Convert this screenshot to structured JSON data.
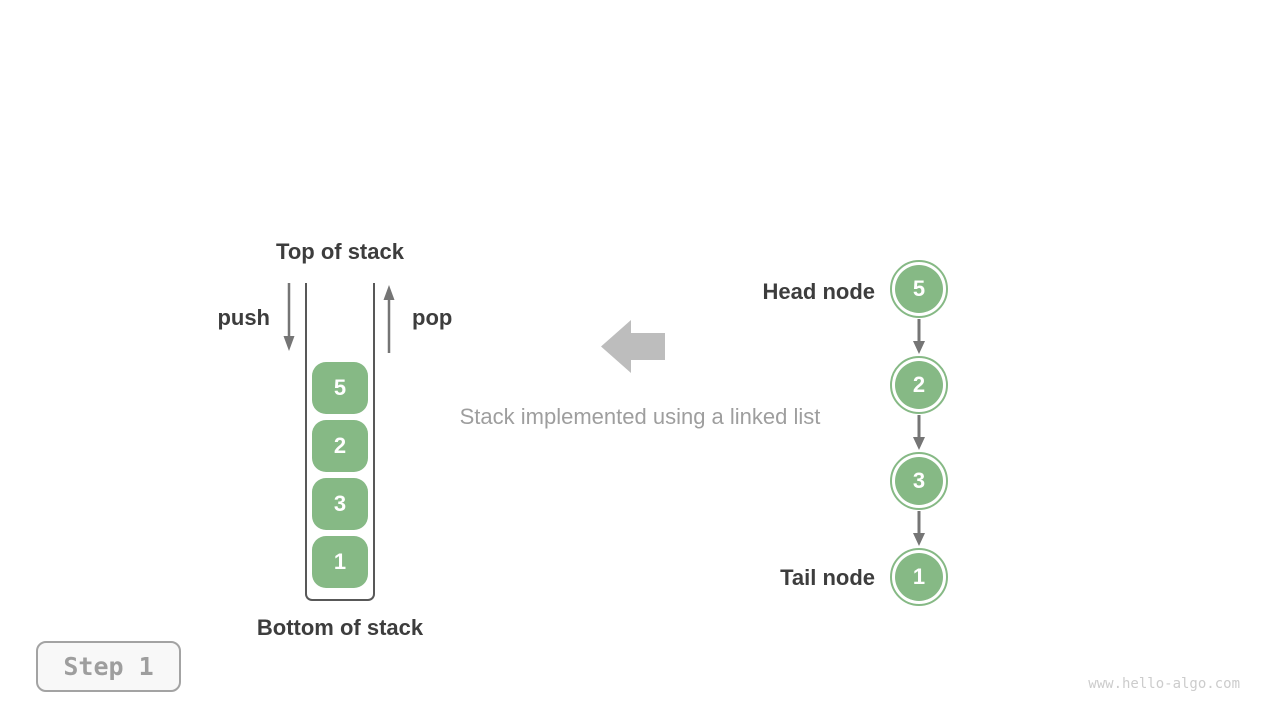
{
  "colors": {
    "node_green": "#86b985",
    "dark_text": "#3d3d3d",
    "small_arrow_gray": "#757575",
    "big_arrow_gray": "#bdbdbd",
    "caption_gray": "#9e9e9e",
    "container_border": "#585858",
    "step_badge_text": "#9e9e9e",
    "watermark_gray": "#cccccc"
  },
  "stack": {
    "top_label": "Top of stack",
    "bottom_label": "Bottom of stack",
    "push_label": "push",
    "pop_label": "pop",
    "items": [
      "5",
      "2",
      "3",
      "1"
    ]
  },
  "caption": "Stack implemented using a linked list",
  "linked_list": {
    "head_label": "Head node",
    "tail_label": "Tail node",
    "nodes": [
      "5",
      "2",
      "3",
      "1"
    ]
  },
  "step_badge": {
    "label": "Step 1"
  },
  "watermark": {
    "text": "www.hello-algo.com"
  }
}
